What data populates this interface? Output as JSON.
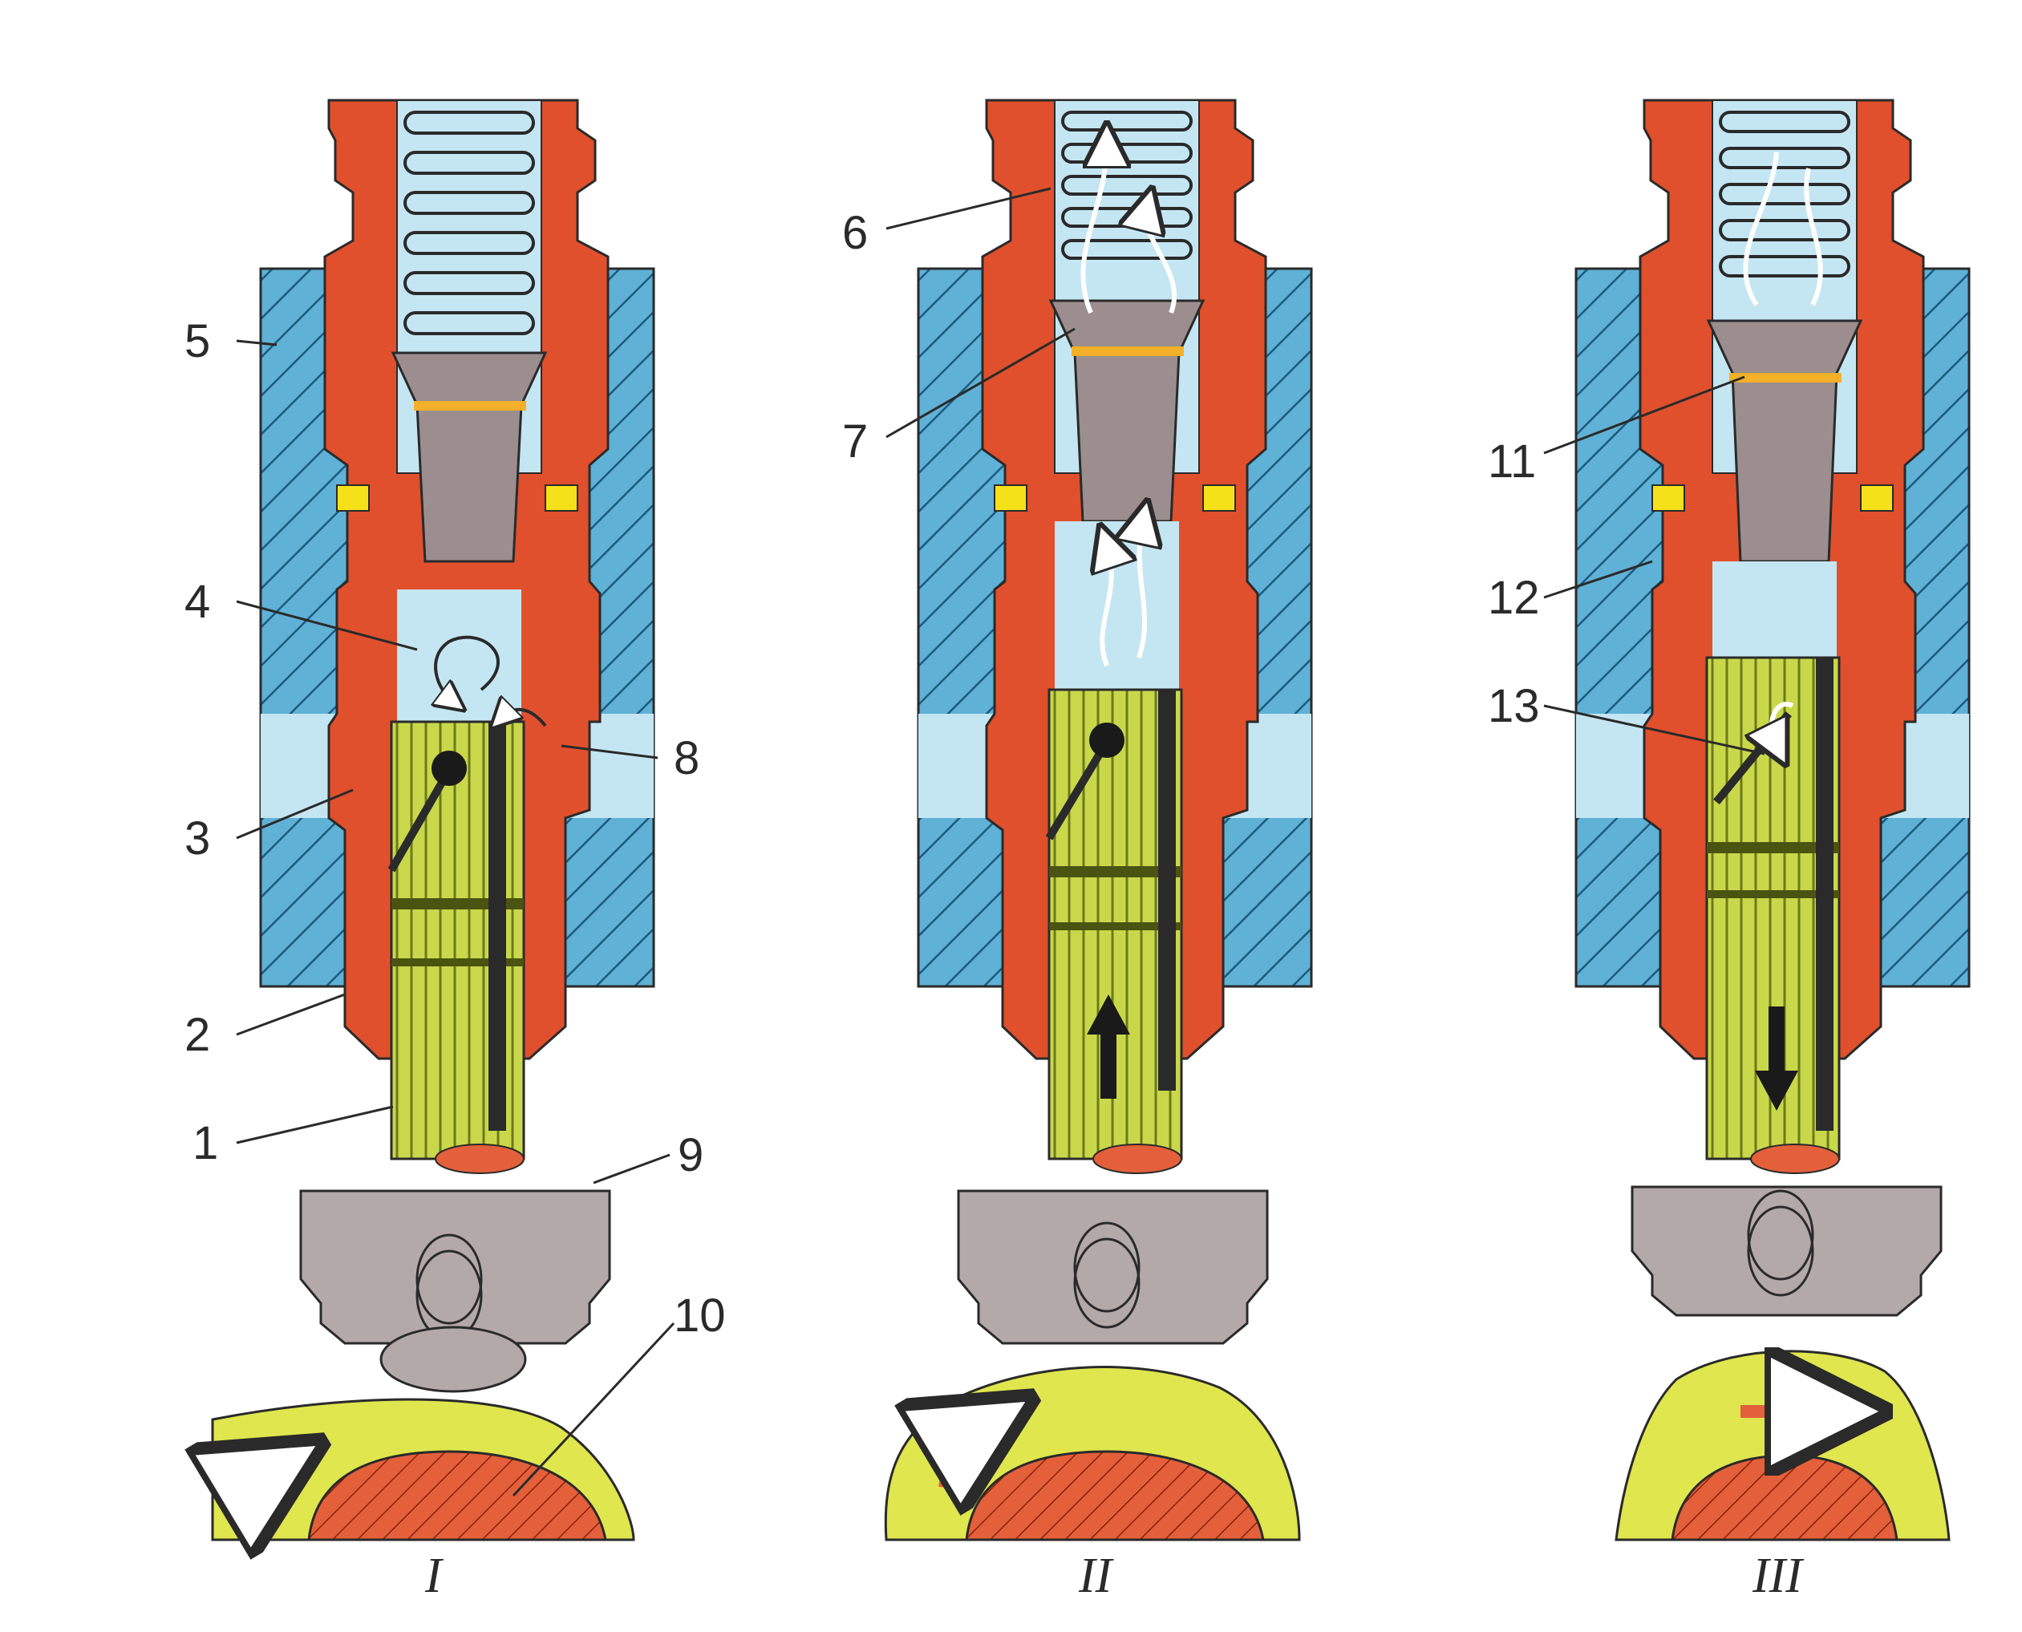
{
  "colors": {
    "housing": "#5fb1d6",
    "housing_hatch": "#1c5a7d",
    "barrel": "#e0502c",
    "barrel_dark": "#8a1f0a",
    "plunger": "#c9d84a",
    "plunger_dark": "#4a5410",
    "fuel": "#c4e6f3",
    "tappet": "#b4a9a9",
    "cam": "#dfe64e",
    "shaft": "#e3603a",
    "seal": "#f5e11a",
    "valve": "#9c8e8e",
    "line": "#2a2a2a"
  },
  "callouts": [
    "1",
    "2",
    "3",
    "4",
    "5",
    "6",
    "7",
    "8",
    "9",
    "10",
    "11",
    "12",
    "13"
  ],
  "panel_labels": [
    "I",
    "II",
    "III"
  ],
  "panels": [
    {
      "label": "I",
      "plunger_position": 0.0,
      "arrow": "none",
      "valve_open": false
    },
    {
      "label": "II",
      "plunger_position": 0.55,
      "arrow": "up",
      "valve_open": true
    },
    {
      "label": "III",
      "plunger_position": 0.6,
      "arrow": "down",
      "valve_open": false
    }
  ]
}
